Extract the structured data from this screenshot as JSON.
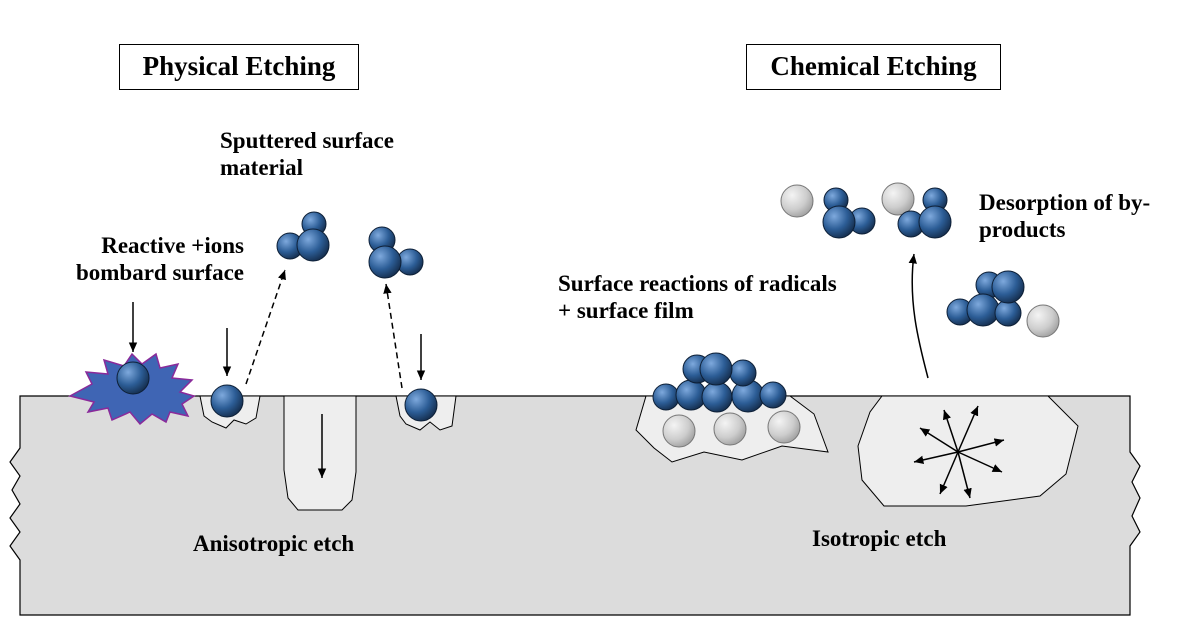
{
  "physical": {
    "title": "Physical Etching",
    "sputtered_line1": "Sputtered surface",
    "sputtered_line2": "material",
    "ions_line1": "Reactive +ions",
    "ions_line2": "bombard surface",
    "anisotropic": "Anisotropic etch"
  },
  "chemical": {
    "title": "Chemical Etching",
    "desorption_line1": "Desorption of by-",
    "desorption_line2": "products",
    "reactions_line1": "Surface reactions of radicals",
    "reactions_line2": "+ surface film",
    "isotropic": "Isotropic etch"
  },
  "colors": {
    "substrate": "#dcdcdc",
    "pit": "#eeeeee",
    "ion": "#2c5d96",
    "radical_gray": "#c8c8c8",
    "starburst": "#3f65b4"
  }
}
